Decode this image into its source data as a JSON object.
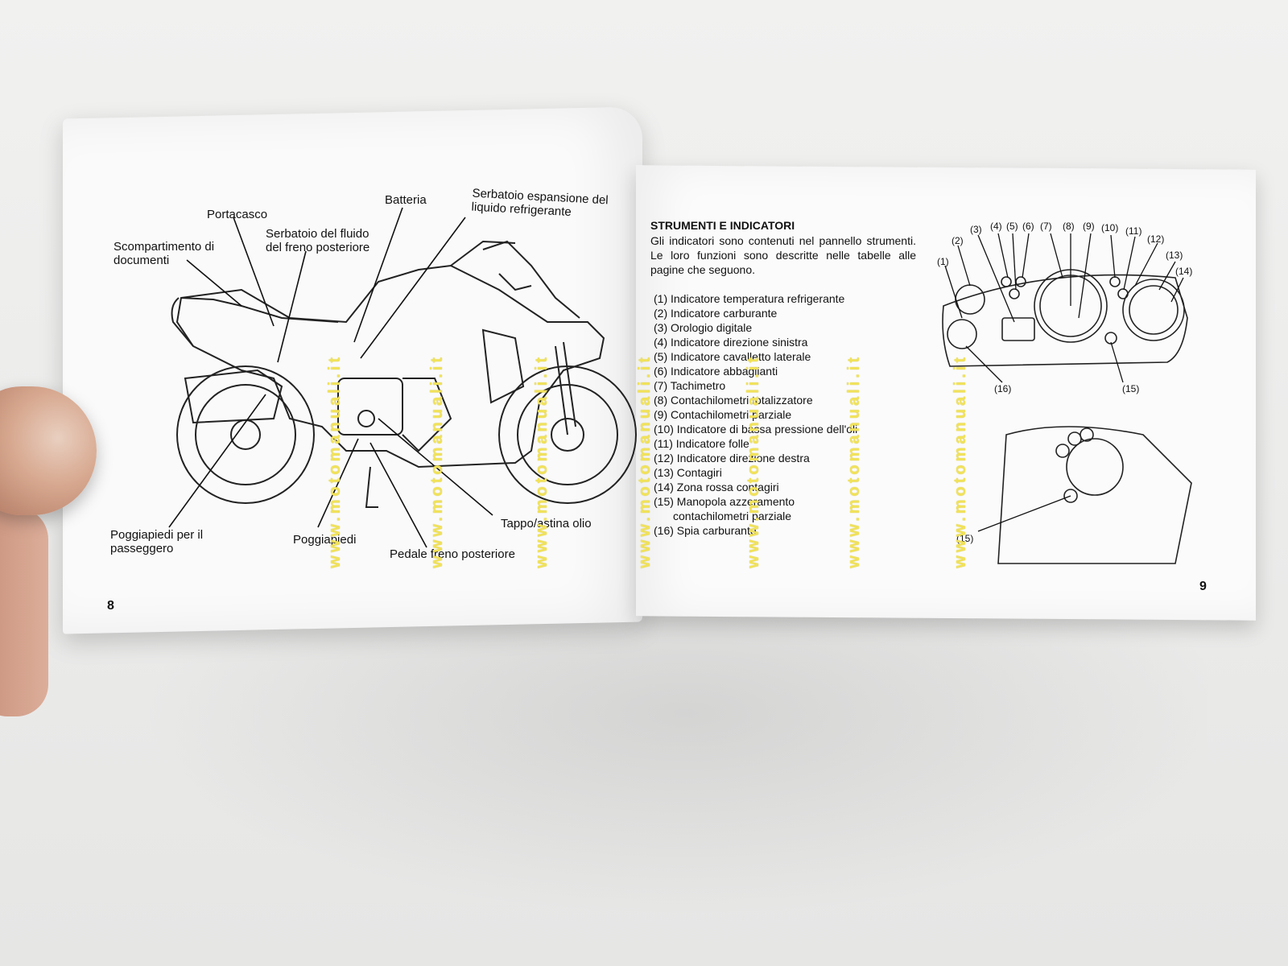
{
  "left_page": {
    "page_number": "8",
    "labels": {
      "batteria": "Batteria",
      "serbatoio_expansion": "Serbatoio espansione del\nliquido refrigerante",
      "portacasco": "Portacasco",
      "serbatoio_fluido": "Serbatoio del fluido\ndel freno posteriore",
      "scompartimento": "Scompartimento di\ndocumenti",
      "tappo": "Tappo/astina olio",
      "poggiapiedi_passeggero": "Poggiapiedi per il\npasseggero",
      "poggiapiedi": "Poggiapiedi",
      "pedale": "Pedale freno posteriore"
    }
  },
  "right_page": {
    "page_number": "9",
    "title": "STRUMENTI E INDICATORI",
    "intro": "Gli indicatori sono contenuti nel pannello strumenti. Le loro funzioni sono descritte nelle tabelle alle pagine che seguono.",
    "items": [
      "(1) Indicatore temperatura refrigerante",
      "(2) Indicatore carburante",
      "(3) Orologio digitale",
      "(4) Indicatore direzione sinistra",
      "(5) Indicatore cavalletto laterale",
      "(6) Indicatore abbaglianti",
      "(7) Tachimetro",
      "(8) Contachilometri totalizzatore",
      "(9) Contachilometri parziale",
      "(10) Indicatore di bassa pressione dell'oli",
      "(11) Indicatore folle",
      "(12) Indicatore direzione destra",
      "(13) Contagiri",
      "(14) Zona rossa contagiri",
      "(15) Manopola azzeramento",
      "contachilometri parziale",
      "(16) Spia carburante"
    ],
    "callouts": {
      "c1": "(1)",
      "c2": "(2)",
      "c3": "(3)",
      "c4": "(4)",
      "c5": "(5)",
      "c6": "(6)",
      "c7": "(7)",
      "c8": "(8)",
      "c9": "(9)",
      "c10": "(10)",
      "c11": "(11)",
      "c12": "(12)",
      "c13": "(13)",
      "c14": "(14)",
      "c15": "(15)",
      "c16": "(16)",
      "c15b": "(15)"
    }
  },
  "watermark": "www.motomanuali.it"
}
